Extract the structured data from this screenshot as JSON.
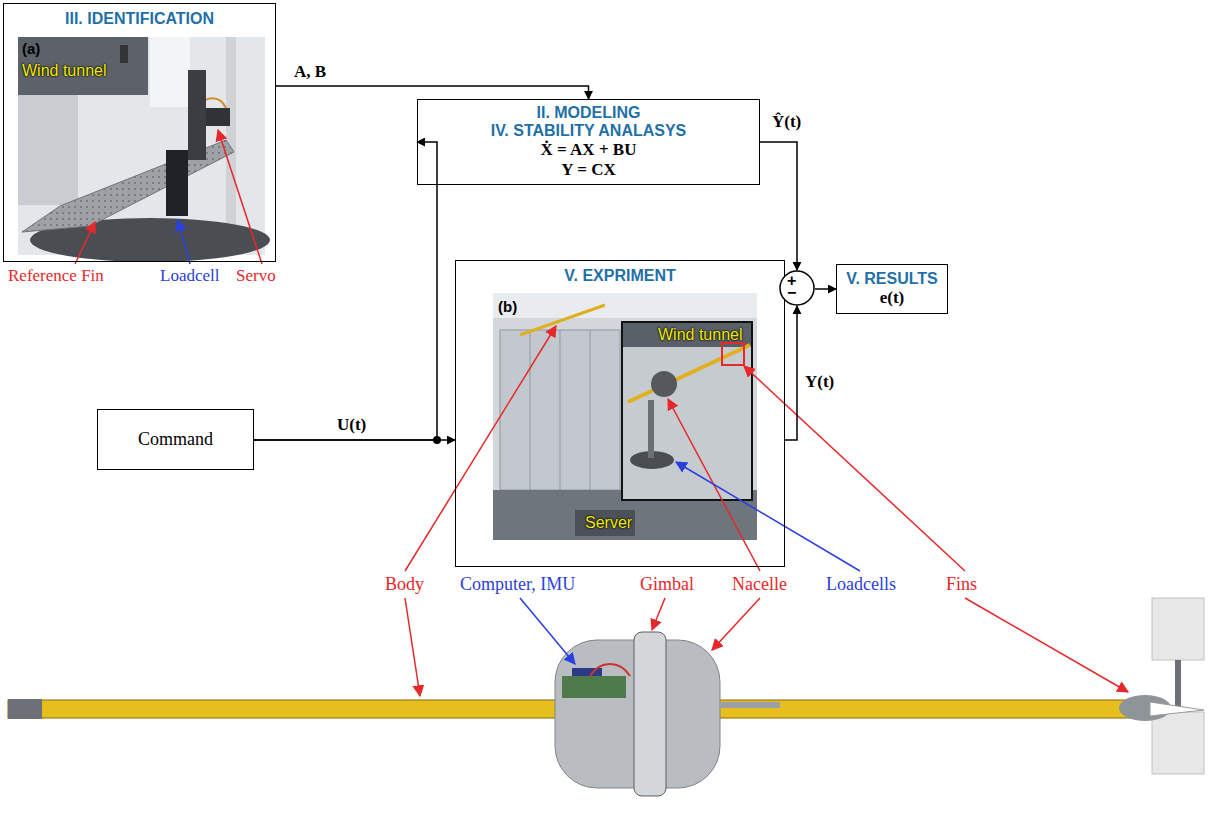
{
  "diagram": {
    "nodes": [
      {
        "text": [
          "III. IDENTIFICATION"
        ]
      },
      {
        "text": [
          "II. MODELING",
          "IV. STABILITY ANALASYS",
          "Ẋ = AX + BU",
          "Y = CX"
        ]
      },
      {
        "text": [
          "Command"
        ]
      },
      {
        "text": [
          "V. EXPRIMENT"
        ]
      },
      {
        "text": [
          "+",
          "−"
        ]
      },
      {
        "text": [
          "V. RESULTS",
          "e(t)"
        ]
      }
    ],
    "edges": [
      {
        "from": 0,
        "to": 1,
        "arrow": "to",
        "label": "A, B"
      },
      {
        "from": 2,
        "to": 3,
        "arrow": "to",
        "label": "U(t)"
      },
      {
        "from": 2,
        "to": 1,
        "arrow": "to"
      },
      {
        "from": 1,
        "to": 4,
        "arrow": "to",
        "label": "Ŷ(t)"
      },
      {
        "from": 3,
        "to": 4,
        "arrow": "to",
        "label": "Y(t)"
      },
      {
        "from": 4,
        "to": 5,
        "arrow": "to"
      }
    ],
    "labels": [
      "(a)",
      "Wind tunnel",
      "Reference Fin",
      "Loadcell",
      "Servo",
      "(b)",
      "Wind tunnel",
      "Server",
      "Body",
      "Computer, IMU",
      "Gimbal",
      "Nacelle",
      "Loadcells",
      "Fins"
    ]
  }
}
